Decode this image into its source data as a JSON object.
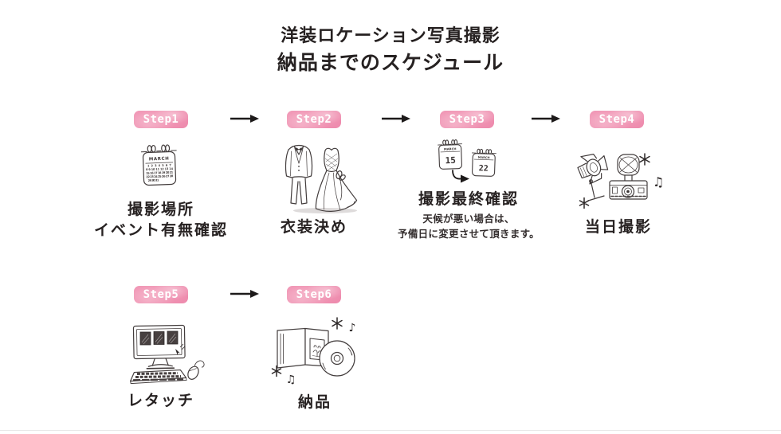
{
  "title": {
    "line1": "洋装ロケーション写真撮影",
    "line2": "納品までのスケジュール"
  },
  "steps": [
    {
      "badge": "Step1",
      "labels": [
        "撮影場所",
        "イベント有無確認"
      ]
    },
    {
      "badge": "Step2",
      "labels": [
        "衣装決め"
      ]
    },
    {
      "badge": "Step3",
      "labels": [
        "撮影最終確認"
      ],
      "notes": [
        "天候が悪い場合は、",
        "予備日に変更させて頂きます。"
      ]
    },
    {
      "badge": "Step4",
      "labels": [
        "当日撮影"
      ]
    },
    {
      "badge": "Step5",
      "labels": [
        "レタッチ"
      ]
    },
    {
      "badge": "Step6",
      "labels": [
        "納品"
      ]
    }
  ],
  "calendar": {
    "month": "MARCH",
    "rows": [
      "1 2 3 4 5 6 7",
      "8 9 10 11 12 13 14",
      "15 16 17 18 19 20 21",
      "22 23 24 25 26 27 28",
      "29 30 31"
    ]
  },
  "reschedule": {
    "month": "MARCH",
    "from": "15",
    "to": "22"
  },
  "glyphs": {
    "note": "♪",
    "notes": "♫"
  },
  "colors": {
    "badge_pink": "#ee86ab",
    "badge_pink_light": "#f6b5ca",
    "ink": "#262121",
    "icon_stroke": "#423c3c",
    "divider": "#e8e8e8"
  }
}
